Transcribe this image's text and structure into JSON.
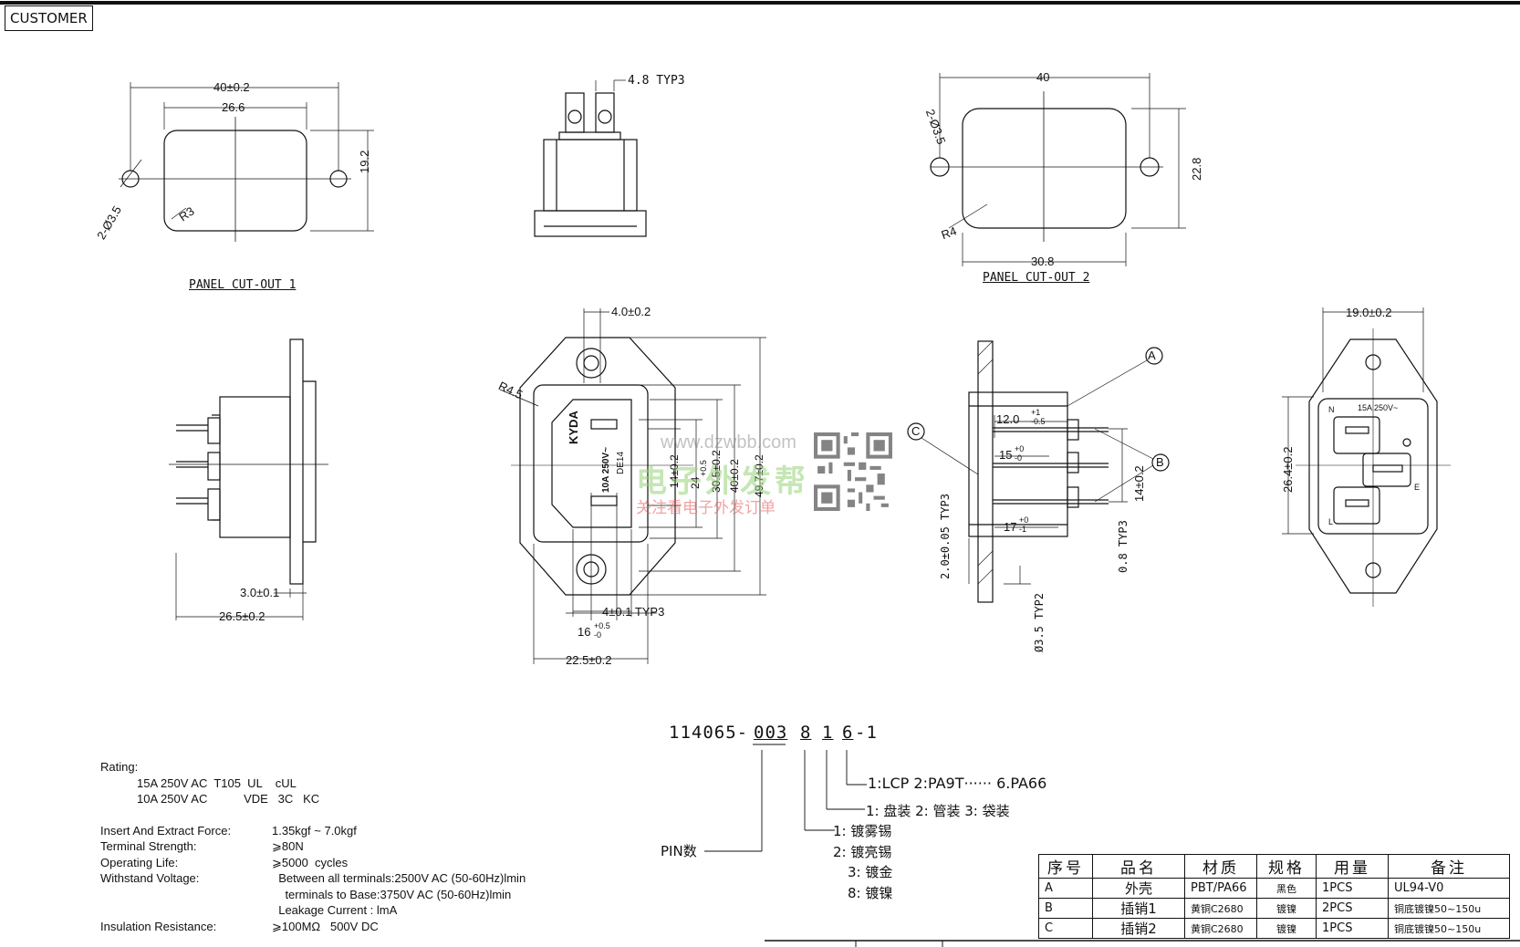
{
  "header": {
    "customer_label": "CUSTOMER"
  },
  "panel_cutout_1": {
    "title": "PANEL CUT-OUT 1",
    "dims": {
      "overall": "40±0.2",
      "opening_width": "26.6",
      "height": "19.2",
      "holes": "2-Ø3.5",
      "radius": "R3"
    }
  },
  "panel_cutout_2": {
    "title": "PANEL CUT-OUT 2",
    "dims": {
      "overall": "40",
      "opening_width": "30.8",
      "height": "22.8",
      "holes": "2-Ø3.5",
      "radius": "R4"
    }
  },
  "top_view": {
    "tab_label": "4.8  TYP3"
  },
  "side_view": {
    "flange": "3.0±0.1",
    "depth": "26.5±0.2"
  },
  "front_view": {
    "top_offset": "4.0±0.2",
    "radius": "R4.5",
    "d14": "14±0.2",
    "d24": "24",
    "d24_tol": "+0.5",
    "d30": "30.5±0.2",
    "d40": "40±0.2",
    "d49": "49.7±0.2",
    "pin_width": "4±0.1  TYP3",
    "d16": "16",
    "d16_tol": "+0.5",
    "d16_tol2": "-0",
    "d22": "22.5±0.2",
    "brand": "KYDA",
    "marking": "10A  250V~",
    "standard": "DE14"
  },
  "section_view": {
    "callout_a": "A",
    "callout_b": "B",
    "callout_c": "C",
    "d12": "12.0",
    "d12_tol": "+1",
    "d12_tol2": "-0.5",
    "d15": "15",
    "d15_tol": "+0",
    "d15_tol2": "-0",
    "d17": "17",
    "d17_tol": "+0",
    "d17_tol2": "-1",
    "d14": "14±0.2",
    "thick": "2.0±0.05  TYP3",
    "pin_t": "0.8  TYP3",
    "hole": "Ø3.5  TYP2"
  },
  "rear_view": {
    "width": "19.0±0.2",
    "height": "26.4±0.2",
    "rating": "15A  250V~",
    "n": "N",
    "l": "L",
    "e": "E"
  },
  "part_number": {
    "base": "114065-",
    "pin": "003",
    "d1": "8",
    "d2": "1",
    "d3": "6",
    "tail": "-1"
  },
  "code_legend": {
    "material": "1:LCP  2:PA9T······  6.PA66",
    "packing": "1:  盘装  2:  管装  3:  袋装",
    "plating": [
      "1:  镀雾锡",
      "2:  镀亮锡",
      "3:  镀金",
      "8:  镀镍"
    ],
    "pin_label": "PIN数"
  },
  "specs": {
    "rating_label": "Rating:",
    "rating_lines": [
      "15A 250V AC  T105  UL    cUL",
      "10A 250V AC           VDE   3C   KC"
    ],
    "rows": [
      {
        "k": "Insert And Extract Force:",
        "v": "1.35kgf ~ 7.0kgf"
      },
      {
        "k": "Terminal Strength:",
        "v": "⩾80N"
      },
      {
        "k": "Operating Life:",
        "v": "⩾5000  cycles"
      },
      {
        "k": "Withstand Voltage:",
        "v": "  Between all terminals:2500V AC (50-60Hz)lmin"
      },
      {
        "k": "",
        "v": "    terminals to Base:3750V AC (50-60Hz)lmin"
      },
      {
        "k": "",
        "v": "  Leakage Current : lmA"
      },
      {
        "k": "Insulation Resistance:",
        "v": "⩾100MΩ   500V DC"
      }
    ]
  },
  "bom": {
    "headers": [
      "序号",
      "品名",
      "材质",
      "规格",
      "用量",
      "备注"
    ],
    "rows": [
      [
        "A",
        "外壳",
        "PBT/PA66",
        "黑色",
        "1PCS",
        "UL94-V0"
      ],
      [
        "B",
        "插销1",
        "黄铜C2680",
        "镀镍",
        "2PCS",
        "铜底镀镍50~150u"
      ],
      [
        "C",
        "插销2",
        "黄铜C2680",
        "镀镍",
        "1PCS",
        "铜底镀镍50~150u"
      ]
    ]
  },
  "watermark": {
    "url": "www.dzwbb.com",
    "name": "电子外发帮",
    "slogan": "关注看电子外发订单"
  }
}
